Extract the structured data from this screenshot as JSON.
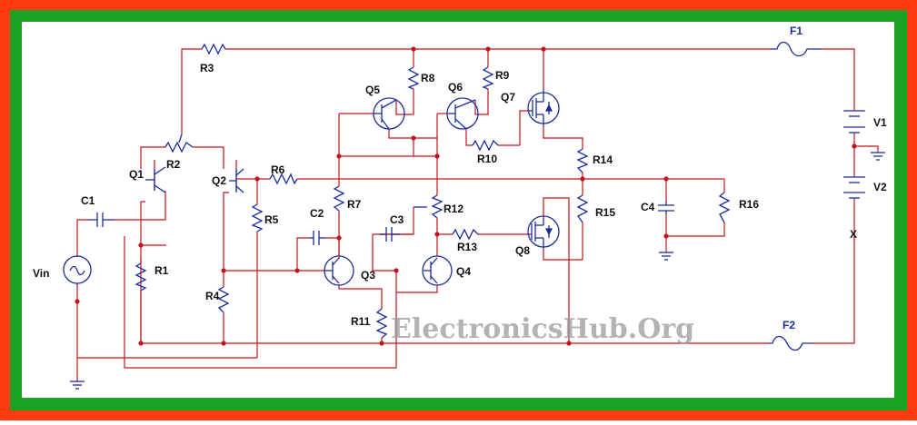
{
  "watermark": "ElectronicsHub.Org",
  "colors": {
    "outer_border": "#ff3b12",
    "inner_border": "#1aa322",
    "wire": "#c0151c",
    "component": "#1b2d9c",
    "label": "#111111"
  },
  "labels": {
    "R1": "R1",
    "R2": "R2",
    "R3": "R3",
    "R4": "R4",
    "R5": "R5",
    "R6": "R6",
    "R7": "R7",
    "R8": "R8",
    "R9": "R9",
    "R10": "R10",
    "R11": "R11",
    "R12": "R12",
    "R13": "R13",
    "R14": "R14",
    "R15": "R15",
    "R16": "R16",
    "C1": "C1",
    "C2": "C2",
    "C3": "C3",
    "C4": "C4",
    "Q1": "Q1",
    "Q2": "Q2",
    "Q3": "Q3",
    "Q4": "Q4",
    "Q5": "Q5",
    "Q6": "Q6",
    "Q7": "Q7",
    "Q8": "Q8",
    "F1": "F1",
    "F2": "F2",
    "V1": "V1",
    "V2": "V2",
    "Vin": "Vin",
    "X": "X"
  }
}
